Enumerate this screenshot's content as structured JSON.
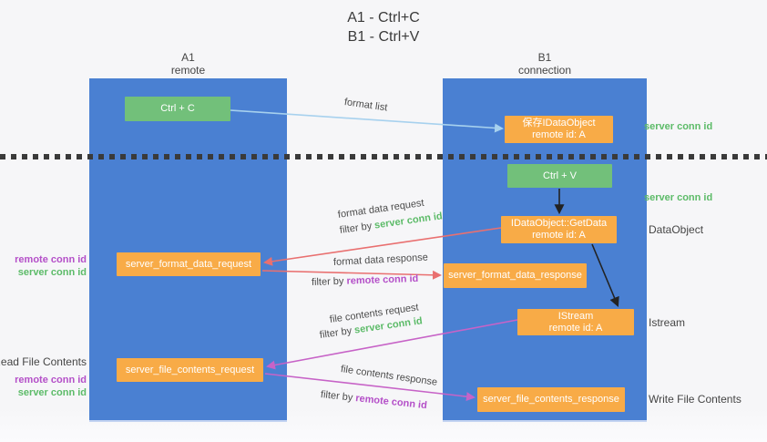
{
  "title": {
    "line1": "A1 - Ctrl+C",
    "line2": "B1 - Ctrl+V"
  },
  "columns": {
    "a1": {
      "name": "A1",
      "role": "remote"
    },
    "b1": {
      "name": "B1",
      "role": "connection"
    }
  },
  "nodes": {
    "ctrl_c": {
      "label": "Ctrl + C"
    },
    "save_idataobject": {
      "line1": "保存IDataObject",
      "line2": "remote id: A"
    },
    "ctrl_v": {
      "label": "Ctrl + V"
    },
    "idataobject_getdata": {
      "line1": "IDataObject::GetData",
      "line2": "remote id: A"
    },
    "server_format_data_request": {
      "label": "server_format_data_request"
    },
    "server_format_data_response": {
      "label": "server_format_data_response"
    },
    "istream": {
      "line1": "IStream",
      "line2": "remote id: A"
    },
    "server_file_contents_request": {
      "label": "server_file_contents_request"
    },
    "server_file_contents_response": {
      "label": "server_file_contents_response"
    }
  },
  "flow_labels": {
    "format_list": "format list",
    "format_data_request": "format data request",
    "format_data_response": "format data response",
    "file_contents_request": "file contents request",
    "file_contents_response": "file contents response",
    "filter_by": "filter by ",
    "server_conn_id": "server conn id",
    "remote_conn_id": "remote conn id"
  },
  "side_labels": {
    "left": {
      "remote_conn_id_top": "remote conn id",
      "server_conn_id_top": "server conn id",
      "read_file_contents": "Read File Contents",
      "remote_conn_id_bottom": "remote conn id",
      "server_conn_id_bottom": "server conn id"
    },
    "right": {
      "server_conn_id_top": "server conn id",
      "server_conn_id_mid": "server conn id",
      "dataobject": "DataObject",
      "istream": "Istream",
      "write_file_contents": "Write File Contents"
    }
  },
  "colors": {
    "column_blue": "#4a80d2",
    "box_green": "#72c07a",
    "box_orange": "#f8ab47",
    "label_green": "#5cbb68",
    "label_purple": "#b44fc8",
    "arrow_red": "#e97070",
    "arrow_magenta": "#c763c7",
    "arrow_blue": "#a7d1ee",
    "arrow_black": "#222222",
    "background": "#f7f7f9"
  }
}
